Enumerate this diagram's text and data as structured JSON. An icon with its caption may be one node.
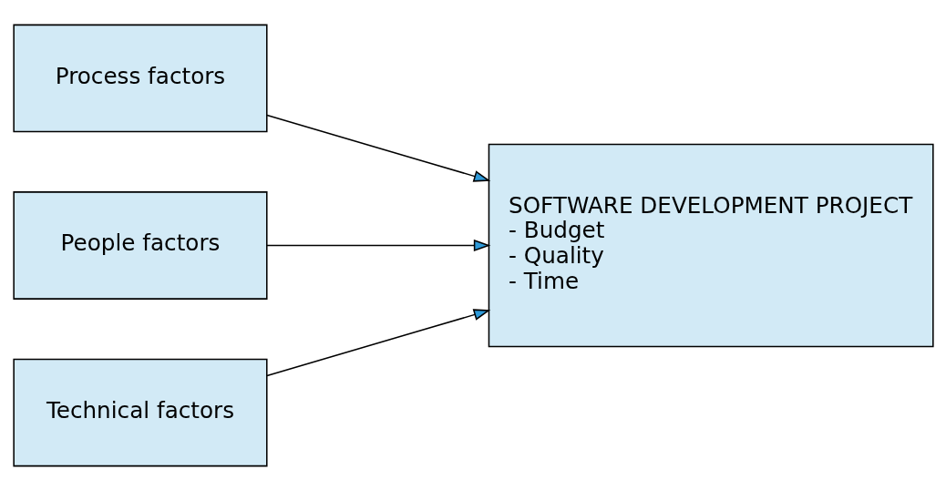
{
  "diagram": {
    "nodes": [
      {
        "text": [
          "Process factors"
        ]
      },
      {
        "text": [
          "People factors"
        ]
      },
      {
        "text": [
          "Technical factors"
        ]
      },
      {
        "text": [
          "SOFTWARE DEVELOPMENT PROJECT",
          "- Budget",
          "- Quality",
          "- Time"
        ]
      }
    ],
    "edges": [
      {
        "from": 0,
        "to": 3,
        "arrow": "to"
      },
      {
        "from": 1,
        "to": 3,
        "arrow": "to"
      },
      {
        "from": 2,
        "to": 3,
        "arrow": "to"
      }
    ]
  }
}
